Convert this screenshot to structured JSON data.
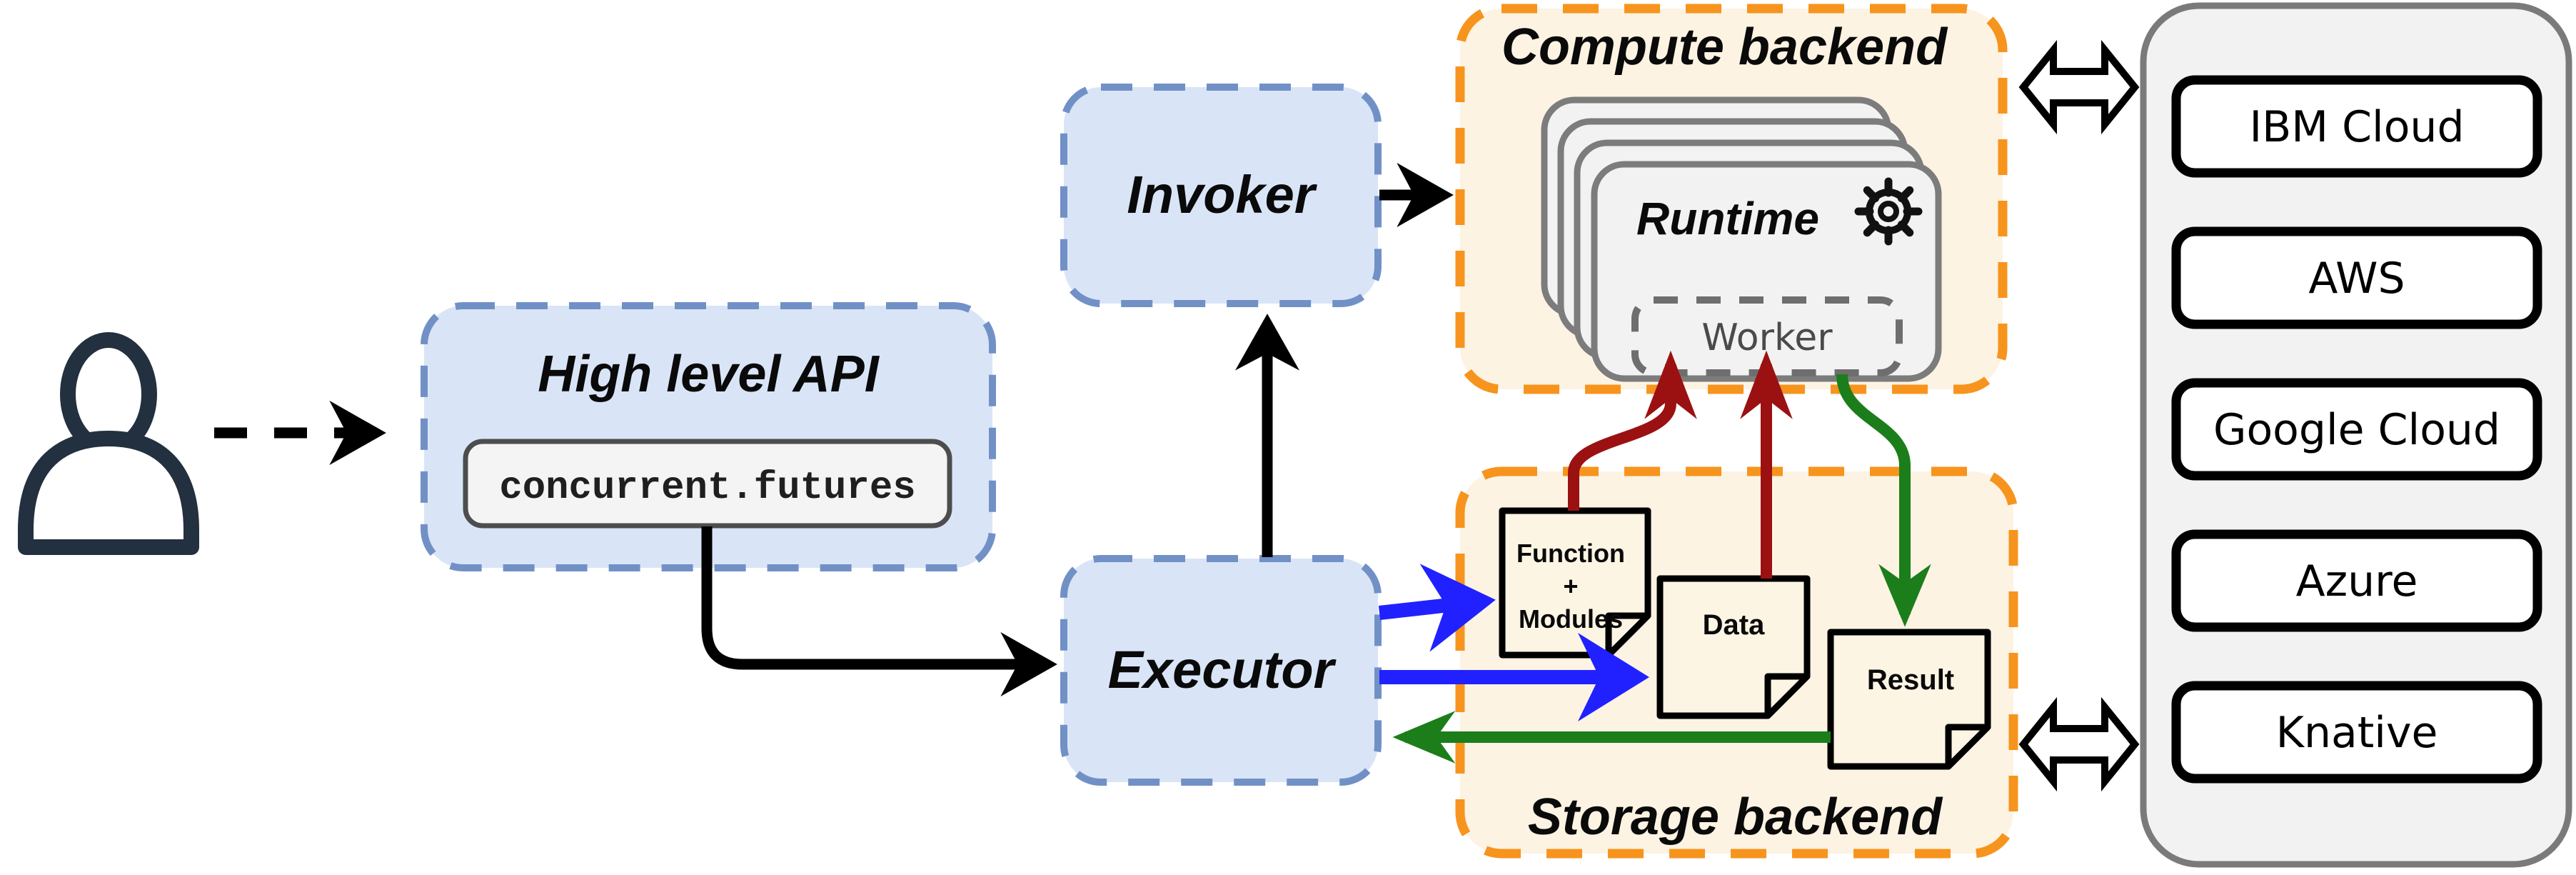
{
  "user": {
    "icon": "person-icon"
  },
  "flow": {
    "high_level_api": {
      "title": "High level API",
      "code": "concurrent.futures"
    },
    "invoker": {
      "label": "Invoker"
    },
    "executor": {
      "label": "Executor"
    }
  },
  "compute_backend": {
    "title": "Compute backend",
    "runtime_label": "Runtime",
    "runtime_icon": "gear-icon",
    "worker_label": "Worker",
    "runtime_instances": 4
  },
  "storage_backend": {
    "title": "Storage backend",
    "documents": {
      "function_modules": {
        "line1": "Function",
        "line2": "+",
        "line3": "Modules"
      },
      "data": "Data",
      "result": "Result"
    }
  },
  "cloud_providers": [
    "IBM Cloud",
    "AWS",
    "Google Cloud",
    "Azure",
    "Knative"
  ],
  "icons": {
    "user": "person-icon",
    "runtime_gear": "gear-icon",
    "backend_panel_link": "double-arrow-icon"
  },
  "colors": {
    "backend_border_orange": "#F7941D",
    "backend_fill_cream": "#FDF3E3",
    "module_fill_blue": "#D9E5F7",
    "module_border_blue": "#7191C6",
    "card_fill_gray": "#F2F2F2",
    "card_border_gray": "#7C7C7C",
    "doc_fill": "#FDF5E4",
    "arrow_black": "#000000",
    "arrow_blue": "#2121FF",
    "arrow_green": "#1B7E1B",
    "arrow_dark_red": "#9B1111",
    "person_stroke": "#22303F",
    "panel_fill": "#F2F2F2",
    "panel_border": "#7A7A7A"
  }
}
